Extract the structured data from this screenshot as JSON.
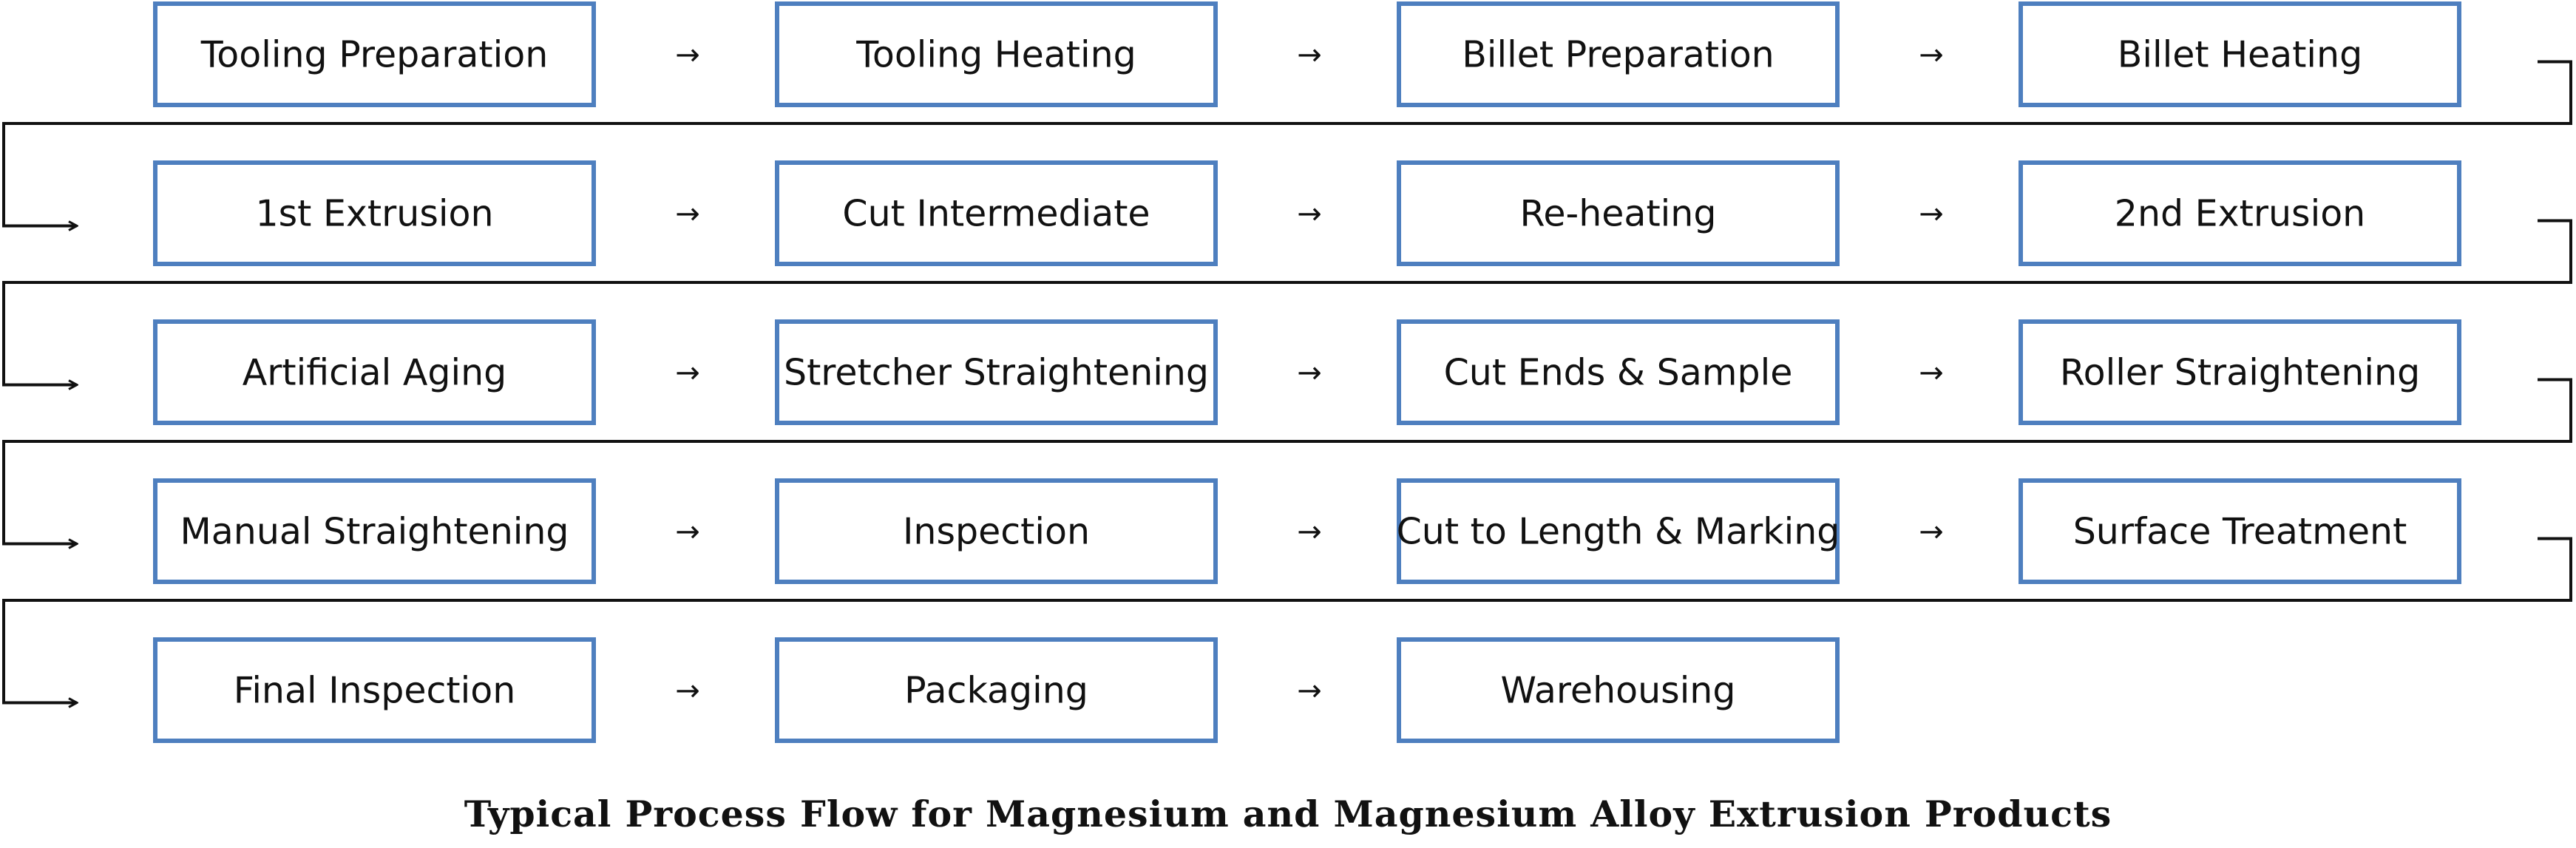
{
  "diagram": {
    "title": "Typical Process Flow for Magnesium and Magnesium Alloy Extrusion Products",
    "arrow_glyph": "→",
    "box_color": "#4e7fbf",
    "rows": [
      [
        "Tooling Preparation",
        "Tooling Heating",
        "Billet Preparation",
        "Billet Heating"
      ],
      [
        "1st Extrusion",
        "Cut Intermediate",
        "Re-heating",
        "2nd Extrusion"
      ],
      [
        "Artificial Aging",
        "Stretcher Straightening",
        "Cut Ends & Sample",
        "Roller Straightening"
      ],
      [
        "Manual Straightening",
        "Inspection",
        "Cut to Length & Marking",
        "Surface Treatment"
      ],
      [
        "Final Inspection",
        "Packaging",
        "Warehousing"
      ]
    ]
  }
}
